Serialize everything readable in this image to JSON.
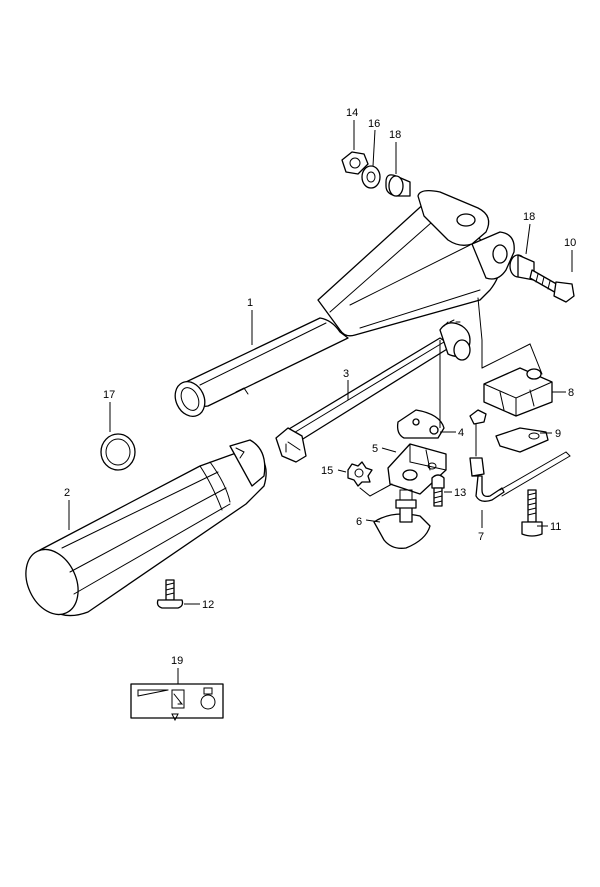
{
  "callouts": [
    {
      "id": "c1",
      "label": "1"
    },
    {
      "id": "c2",
      "label": "2"
    },
    {
      "id": "c3",
      "label": "3"
    },
    {
      "id": "c4",
      "label": "4"
    },
    {
      "id": "c5",
      "label": "5"
    },
    {
      "id": "c6",
      "label": "6"
    },
    {
      "id": "c7",
      "label": "7"
    },
    {
      "id": "c8",
      "label": "8"
    },
    {
      "id": "c9",
      "label": "9"
    },
    {
      "id": "c10",
      "label": "10"
    },
    {
      "id": "c11",
      "label": "11"
    },
    {
      "id": "c12",
      "label": "12"
    },
    {
      "id": "c13",
      "label": "13"
    },
    {
      "id": "c14",
      "label": "14"
    },
    {
      "id": "c15",
      "label": "15"
    },
    {
      "id": "c16",
      "label": "16"
    },
    {
      "id": "c17",
      "label": "17"
    },
    {
      "id": "c18a",
      "label": "18"
    },
    {
      "id": "c18b",
      "label": "18"
    },
    {
      "id": "c19",
      "label": "19"
    }
  ],
  "parts": [
    "tiller-handle-arm",
    "throttle-grip",
    "throttle-shaft",
    "friction-plate",
    "stop-switch-bracket",
    "friction-knob",
    "stop-switch-lanyard-cord",
    "switch-holder",
    "clip-plate",
    "pivot-bolt",
    "clip-bolt",
    "grip-screw",
    "bracket-screw",
    "nut",
    "star-washer",
    "washer",
    "o-ring",
    "bushing-left",
    "bushing-right",
    "decal-label"
  ],
  "colors": {
    "ink": "#000000",
    "paper": "#ffffff"
  }
}
